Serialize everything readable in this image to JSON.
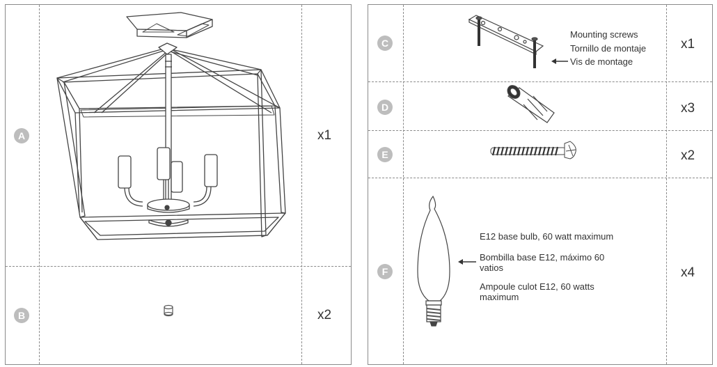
{
  "parts": {
    "A": {
      "letter": "A",
      "qty": "x1"
    },
    "B": {
      "letter": "B",
      "qty": "x2"
    },
    "C": {
      "letter": "C",
      "qty": "x1",
      "labels": [
        "Mounting screws",
        "Tornillo de montaje",
        "Vis de montage"
      ]
    },
    "D": {
      "letter": "D",
      "qty": "x3"
    },
    "E": {
      "letter": "E",
      "qty": "x2"
    },
    "F": {
      "letter": "F",
      "qty": "x4",
      "labels": [
        "E12 base bulb, 60 watt maximum",
        "Bombilla base E12, máximo 60 vatios",
        "Ampoule culot E12, 60 watts maximum"
      ]
    }
  }
}
